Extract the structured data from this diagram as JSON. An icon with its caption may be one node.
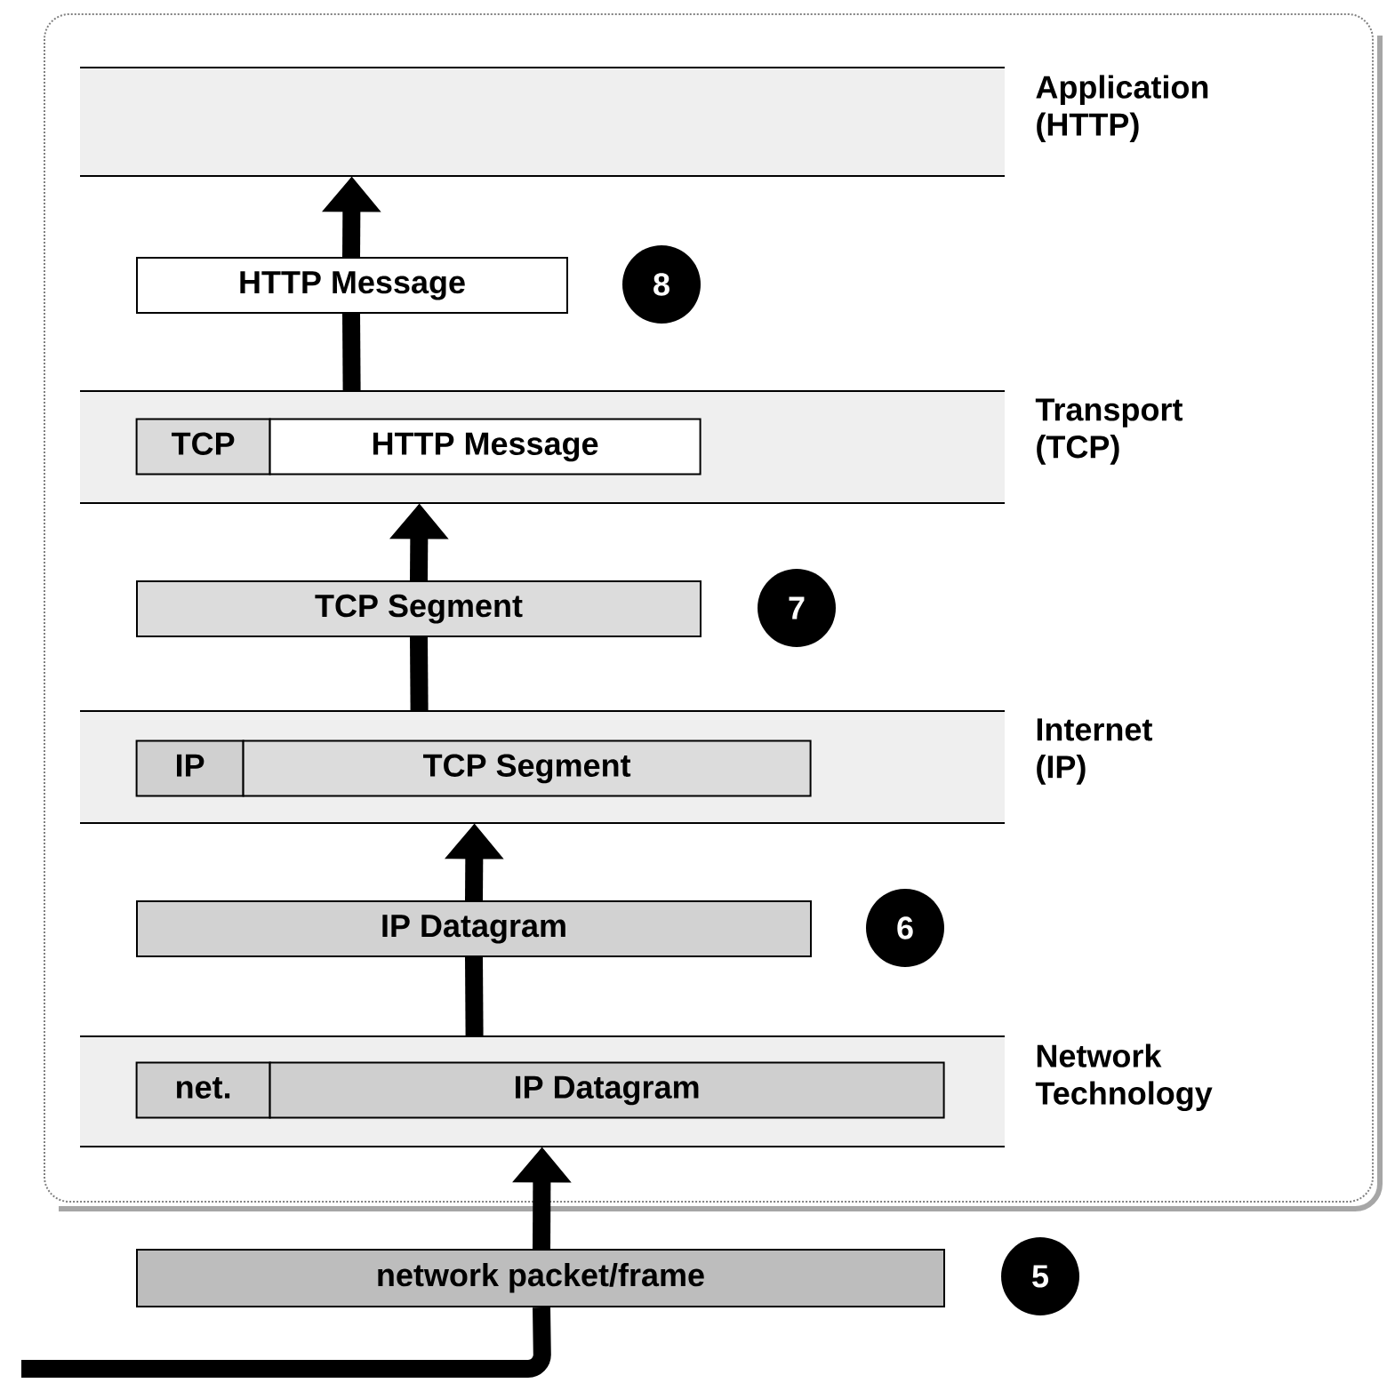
{
  "diagram": {
    "nodes": [
      {
        "text": [
          "Application (HTTP)"
        ]
      },
      {
        "text": [
          "HTTP Message"
        ],
        "beside": [
          "8"
        ]
      },
      {
        "text": [
          "Transport (TCP)"
        ]
      },
      {
        "text": [
          "TCP"
        ],
        "in": 2
      },
      {
        "text": [
          "HTTP Message"
        ],
        "in": 2
      },
      {
        "text": [
          "TCP Segment"
        ],
        "beside": [
          "7"
        ]
      },
      {
        "text": [
          "Internet (IP)"
        ]
      },
      {
        "text": [
          "IP"
        ],
        "in": 6
      },
      {
        "text": [
          "TCP Segment"
        ],
        "in": 6
      },
      {
        "text": [
          "IP Datagram"
        ],
        "beside": [
          "6"
        ]
      },
      {
        "text": [
          "Network Technology"
        ]
      },
      {
        "text": [
          "net."
        ],
        "in": 10
      },
      {
        "text": [
          "IP Datagram"
        ],
        "in": 10
      },
      {
        "text": [
          "network packet/frame"
        ],
        "beside": [
          "5"
        ]
      }
    ],
    "edges": [
      {
        "from": null,
        "to": 13,
        "arrow": "none"
      },
      {
        "from": 13,
        "to": 10,
        "arrow": "to"
      },
      {
        "from": 10,
        "to": 9,
        "arrow": "none"
      },
      {
        "from": 9,
        "to": 6,
        "arrow": "to"
      },
      {
        "from": 6,
        "to": 5,
        "arrow": "none"
      },
      {
        "from": 5,
        "to": 2,
        "arrow": "to"
      },
      {
        "from": 2,
        "to": 1,
        "arrow": "none"
      },
      {
        "from": 1,
        "to": 0,
        "arrow": "to"
      }
    ]
  }
}
